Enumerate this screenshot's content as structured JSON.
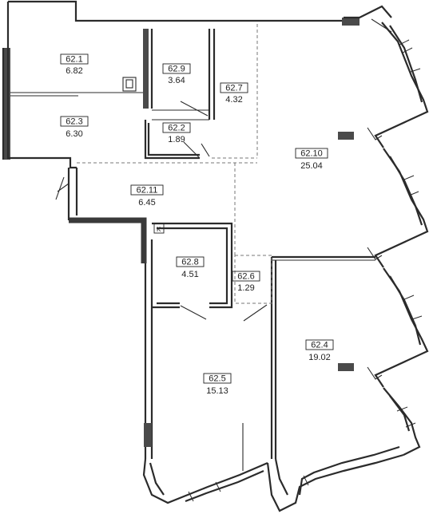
{
  "rooms": [
    {
      "id": "62.1",
      "area": "6.82"
    },
    {
      "id": "62.9",
      "area": "3.64"
    },
    {
      "id": "62.7",
      "area": "4.32"
    },
    {
      "id": "62.3",
      "area": "6.30"
    },
    {
      "id": "62.2",
      "area": "1.89"
    },
    {
      "id": "62.10",
      "area": "25.04"
    },
    {
      "id": "62.11",
      "area": "6.45"
    },
    {
      "id": "62.8",
      "area": "4.51"
    },
    {
      "id": "62.6",
      "area": "1.29"
    },
    {
      "id": "62.4",
      "area": "19.02"
    },
    {
      "id": "62.5",
      "area": "15.13"
    }
  ],
  "kitchen_marker": "K"
}
